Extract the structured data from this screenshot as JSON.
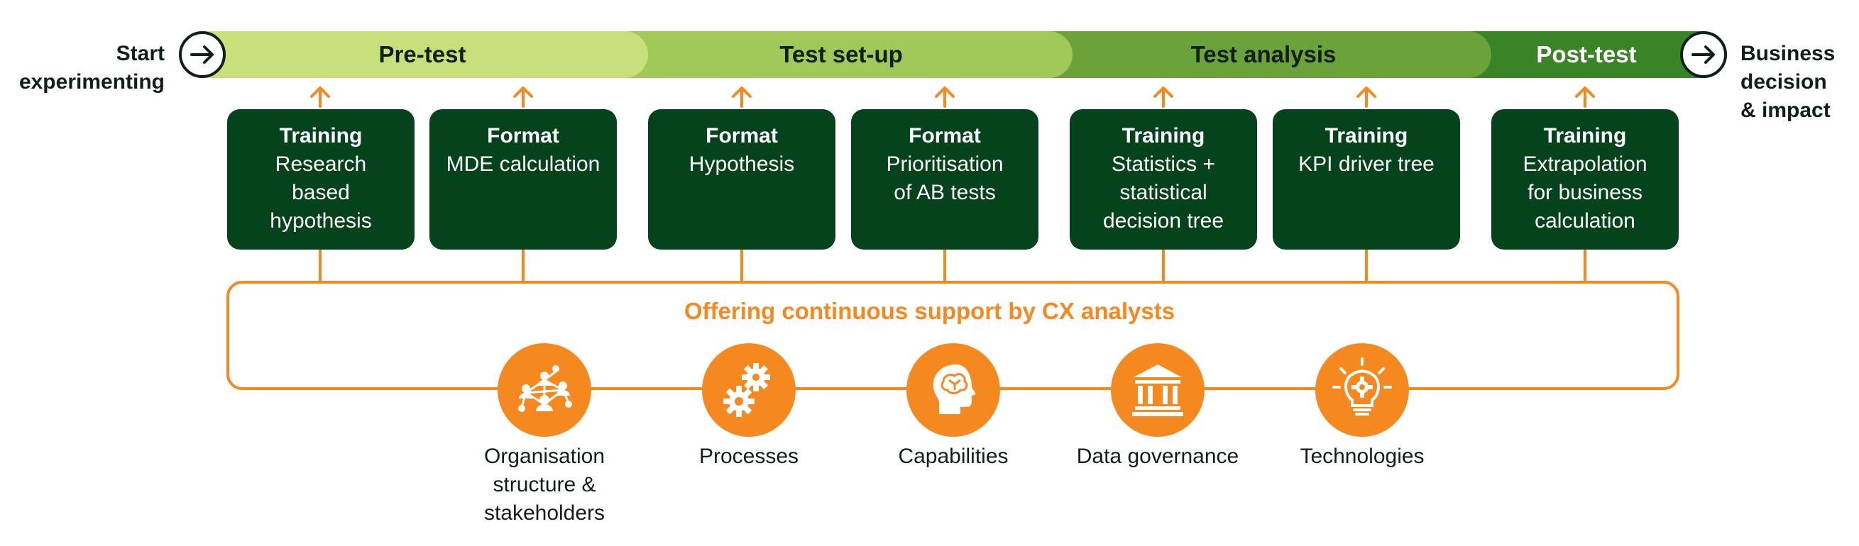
{
  "start_label": "Start\nexperimenting",
  "end_label": "Business\ndecision\n& impact",
  "colors": {
    "dark_green": "#04431c",
    "orange": "#f5891f",
    "phase_1": "#c8e07c",
    "phase_2": "#a0c95a",
    "phase_3": "#6ca23a",
    "phase_4": "#3a8428"
  },
  "phases": [
    {
      "label": "Pre-test"
    },
    {
      "label": "Test set-up"
    },
    {
      "label": "Test analysis"
    },
    {
      "label": "Post-test"
    }
  ],
  "cards": [
    {
      "title": "Training",
      "desc": "Research\nbased\nhypothesis"
    },
    {
      "title": "Format",
      "desc": "MDE calculation"
    },
    {
      "title": "Format",
      "desc": "Hypothesis"
    },
    {
      "title": "Format",
      "desc": "Prioritisation\nof AB tests"
    },
    {
      "title": "Training",
      "desc": "Statistics +\nstatistical\ndecision tree"
    },
    {
      "title": "Training",
      "desc": "KPI driver tree"
    },
    {
      "title": "Training",
      "desc": "Extrapolation\nfor business\ncalculation"
    }
  ],
  "support_title": "Offering continuous support by CX analysts",
  "pillars": [
    {
      "label": "Organisation\nstructure &\nstakeholders",
      "icon": "network-people-icon"
    },
    {
      "label": "Processes",
      "icon": "gears-icon"
    },
    {
      "label": "Capabilities",
      "icon": "brain-head-icon"
    },
    {
      "label": "Data governance",
      "icon": "institution-icon"
    },
    {
      "label": "Technologies",
      "icon": "lightbulb-gear-icon"
    }
  ]
}
